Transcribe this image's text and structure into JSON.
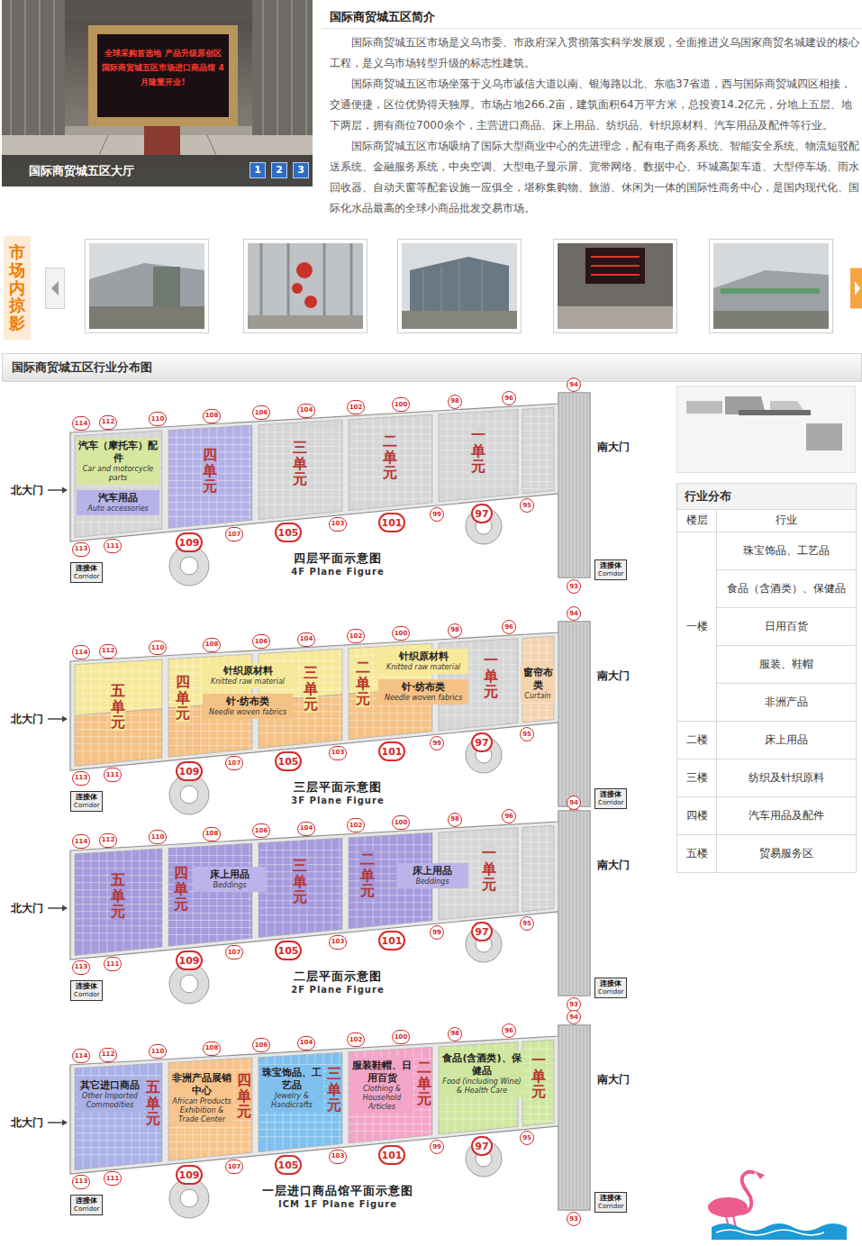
{
  "diagram": {
    "title": "国际商贸城五区简介",
    "nodes": [
      {
        "text": [
          "全球采购首选地 产品升级原创区 国际商贸城五区市场进口商品馆 4月隆重开业!"
        ]
      },
      {
        "text": [
          "国际商贸城五区大厅"
        ]
      },
      {
        "text": [
          "1"
        ]
      },
      {
        "text": [
          "2"
        ]
      },
      {
        "text": [
          "3"
        ]
      },
      {
        "text": [
          "市场内掠影"
        ]
      },
      {
        "text": [
          "国际商贸城五区行业分布图"
        ]
      },
      {
        "text": [
          "四层平面示意图",
          "4F Plane Figure"
        ]
      },
      {
        "text": [
          "汽车（摩托车）配件",
          "Car and motorcycle parts"
        ],
        "in": 7
      },
      {
        "text": [
          "汽车用品",
          "Auto accessories"
        ],
        "in": 7
      },
      {
        "text": [
          "连接体",
          "Corridor"
        ],
        "in": 7
      },
      {
        "text": [
          "连接体",
          "Corridor"
        ],
        "in": 7
      },
      {
        "text": [
          "114"
        ],
        "in": 7
      },
      {
        "text": [
          "112"
        ],
        "in": 7
      },
      {
        "text": [
          "110"
        ],
        "in": 7
      },
      {
        "text": [
          "108"
        ],
        "in": 7
      },
      {
        "text": [
          "106"
        ],
        "in": 7
      },
      {
        "text": [
          "104"
        ],
        "in": 7
      },
      {
        "text": [
          "102"
        ],
        "in": 7
      },
      {
        "text": [
          "100"
        ],
        "in": 7
      },
      {
        "text": [
          "98"
        ],
        "in": 7
      },
      {
        "text": [
          "96"
        ],
        "in": 7
      },
      {
        "text": [
          "94"
        ],
        "in": 7
      },
      {
        "text": [
          "113"
        ],
        "in": 7
      },
      {
        "text": [
          "111"
        ],
        "in": 7
      },
      {
        "text": [
          "109"
        ],
        "in": 7
      },
      {
        "text": [
          "107"
        ],
        "in": 7
      },
      {
        "text": [
          "105"
        ],
        "in": 7
      },
      {
        "text": [
          "103"
        ],
        "in": 7
      },
      {
        "text": [
          "101"
        ],
        "in": 7
      },
      {
        "text": [
          "99"
        ],
        "in": 7
      },
      {
        "text": [
          "97"
        ],
        "in": 7
      },
      {
        "text": [
          "95"
        ],
        "in": 7
      },
      {
        "text": [
          "93"
        ],
        "in": 7
      },
      {
        "text": [
          "三层平面示意图",
          "3F Plane Figure"
        ]
      },
      {
        "text": [
          "针织原材料",
          "Knitted raw material"
        ],
        "in": 34
      },
      {
        "text": [
          "针·纺布类",
          "Needle woven fabrics"
        ],
        "in": 34
      },
      {
        "text": [
          "针织原材料",
          "Knitted raw material"
        ],
        "in": 34
      },
      {
        "text": [
          "针·纺布类",
          "Needle woven fabrics"
        ],
        "in": 34
      },
      {
        "text": [
          "窗帘布类",
          "Curtain"
        ],
        "in": 34
      },
      {
        "text": [
          "连接体",
          "Corridor"
        ],
        "in": 34
      },
      {
        "text": [
          "连接体",
          "Corridor"
        ],
        "in": 34
      },
      {
        "text": [
          "114"
        ],
        "in": 34
      },
      {
        "text": [
          "112"
        ],
        "in": 34
      },
      {
        "text": [
          "110"
        ],
        "in": 34
      },
      {
        "text": [
          "108"
        ],
        "in": 34
      },
      {
        "text": [
          "106"
        ],
        "in": 34
      },
      {
        "text": [
          "104"
        ],
        "in": 34
      },
      {
        "text": [
          "102"
        ],
        "in": 34
      },
      {
        "text": [
          "100"
        ],
        "in": 34
      },
      {
        "text": [
          "98"
        ],
        "in": 34
      },
      {
        "text": [
          "96"
        ],
        "in": 34
      },
      {
        "text": [
          "94"
        ],
        "in": 34
      },
      {
        "text": [
          "113"
        ],
        "in": 34
      },
      {
        "text": [
          "111"
        ],
        "in": 34
      },
      {
        "text": [
          "109"
        ],
        "in": 34
      },
      {
        "text": [
          "107"
        ],
        "in": 34
      },
      {
        "text": [
          "105"
        ],
        "in": 34
      },
      {
        "text": [
          "103"
        ],
        "in": 34
      },
      {
        "text": [
          "101"
        ],
        "in": 34
      },
      {
        "text": [
          "99"
        ],
        "in": 34
      },
      {
        "text": [
          "97"
        ],
        "in": 34
      },
      {
        "text": [
          "95"
        ],
        "in": 34
      },
      {
        "text": [
          "93"
        ],
        "in": 34
      },
      {
        "text": [
          "二层平面示意图",
          "2F Plane Figure"
        ]
      },
      {
        "text": [
          "床上用品",
          "Beddings"
        ],
        "in": 64
      },
      {
        "text": [
          "床上用品",
          "Beddings"
        ],
        "in": 64
      },
      {
        "text": [
          "连接体",
          "Corridor"
        ],
        "in": 64
      },
      {
        "text": [
          "连接体",
          "Corridor"
        ],
        "in": 64
      },
      {
        "text": [
          "114"
        ],
        "in": 64
      },
      {
        "text": [
          "112"
        ],
        "in": 64
      },
      {
        "text": [
          "110"
        ],
        "in": 64
      },
      {
        "text": [
          "108"
        ],
        "in": 64
      },
      {
        "text": [
          "106"
        ],
        "in": 64
      },
      {
        "text": [
          "104"
        ],
        "in": 64
      },
      {
        "text": [
          "102"
        ],
        "in": 64
      },
      {
        "text": [
          "100"
        ],
        "in": 64
      },
      {
        "text": [
          "98"
        ],
        "in": 64
      },
      {
        "text": [
          "96"
        ],
        "in": 64
      },
      {
        "text": [
          "94"
        ],
        "in": 64
      },
      {
        "text": [
          "113"
        ],
        "in": 64
      },
      {
        "text": [
          "111"
        ],
        "in": 64
      },
      {
        "text": [
          "109"
        ],
        "in": 64
      },
      {
        "text": [
          "107"
        ],
        "in": 64
      },
      {
        "text": [
          "105"
        ],
        "in": 64
      },
      {
        "text": [
          "103"
        ],
        "in": 64
      },
      {
        "text": [
          "101"
        ],
        "in": 64
      },
      {
        "text": [
          "99"
        ],
        "in": 64
      },
      {
        "text": [
          "97"
        ],
        "in": 64
      },
      {
        "text": [
          "95"
        ],
        "in": 64
      },
      {
        "text": [
          "93"
        ],
        "in": 64
      },
      {
        "text": [
          "一层进口商品馆平面示意图",
          "ICM 1F Plane Figure"
        ]
      },
      {
        "text": [
          "其它进口商品",
          "Other Imported Commodities"
        ],
        "in": 91
      },
      {
        "text": [
          "非洲产品展销中心",
          "African Products Exhibition & Trade Center"
        ],
        "in": 91
      },
      {
        "text": [
          "珠宝饰品、工艺品",
          "Jewelry & Handicrafts"
        ],
        "in": 91
      },
      {
        "text": [
          "服装鞋帽、日用百货",
          "Clothing & Household Articles"
        ],
        "in": 91
      },
      {
        "text": [
          "食品(含酒类)、保健品",
          "Food (including Wine) & Health Care"
        ],
        "in": 91
      },
      {
        "text": [
          "连接体",
          "Corridor"
        ],
        "in": 91
      },
      {
        "text": [
          "连接体",
          "Corridor"
        ],
        "in": 91
      },
      {
        "text": [
          "114"
        ],
        "in": 91
      },
      {
        "text": [
          "112"
        ],
        "in": 91
      },
      {
        "text": [
          "110"
        ],
        "in": 91
      },
      {
        "text": [
          "108"
        ],
        "in": 91
      },
      {
        "text": [
          "106"
        ],
        "in": 91
      },
      {
        "text": [
          "104"
        ],
        "in": 91
      },
      {
        "text": [
          "102"
        ],
        "in": 91
      },
      {
        "text": [
          "100"
        ],
        "in": 91
      },
      {
        "text": [
          "98"
        ],
        "in": 91
      },
      {
        "text": [
          "96"
        ],
        "in": 91
      },
      {
        "text": [
          "94"
        ],
        "in": 91
      },
      {
        "text": [
          "113"
        ],
        "in": 91
      },
      {
        "text": [
          "111"
        ],
        "in": 91
      },
      {
        "text": [
          "109"
        ],
        "in": 91
      },
      {
        "text": [
          "107"
        ],
        "in": 91
      },
      {
        "text": [
          "105"
        ],
        "in": 91
      },
      {
        "text": [
          "103"
        ],
        "in": 91
      },
      {
        "text": [
          "101"
        ],
        "in": 91
      },
      {
        "text": [
          "99"
        ],
        "in": 91
      },
      {
        "text": [
          "97"
        ],
        "in": 91
      },
      {
        "text": [
          "95"
        ],
        "in": 91
      },
      {
        "text": [
          "93"
        ],
        "in": 91
      }
    ],
    "labels": [
      "国际商贸城五区市场是义乌市委、市政府深入贯彻落实科学发展观，全面推进义乌国家商贸名城建设的核心工程，是义乌市场转型升级的标志性建筑。",
      "国际商贸城五区市场坐落于义乌市诚信大道以南、银海路以北、东临37省道，西与国际商贸城四区相接，交通便捷，区位优势得天独厚。市场占地266.2亩，建筑面积64万平方米，总投资14.2亿元，分地上五层、地下两层，拥有商位7000余个，主营进口商品、床上用品、纺织品、针织原材料、汽车用品及配件等行业。",
      "国际商贸城五区市场吸纳了国际大型商业中心的先进理念，配有电子商务系统、智能安全系统、物流短驳配送系统、金融服务系统，中央空调、大型电子显示屏、宽带网络、数据中心、环城高架车道、大型停车场、雨水回收器、自动天窗等配套设施一应俱全，堪称集购物、旅游、休闲为一体的国际性商务中心，是国内现代化、国际化水品最高的全球小商品批发交易市场。",
      "行业分布",
      "楼层",
      "行业",
      "一楼",
      "珠宝饰品、工艺品",
      "食品（含酒类）、保健品",
      "日用百货",
      "服装、鞋帽",
      "非洲产品",
      "二楼",
      "床上用品",
      "三楼",
      "纺织及针织原料",
      "四楼",
      "汽车用品及配件",
      "五楼",
      "贸易服务区",
      "北大门",
      "南大门",
      "四单元",
      "三单元",
      "二单元",
      "一单元",
      "北大门",
      "南大门",
      "五单元",
      "四单元",
      "三单元",
      "二单元",
      "一单元",
      "北大门",
      "南大门",
      "五单元",
      "四单元",
      "三单元",
      "二单元",
      "一单元",
      "北大门",
      "南大门",
      "五单元",
      "四单元",
      "三单元",
      "二单元",
      "一单元"
    ]
  }
}
